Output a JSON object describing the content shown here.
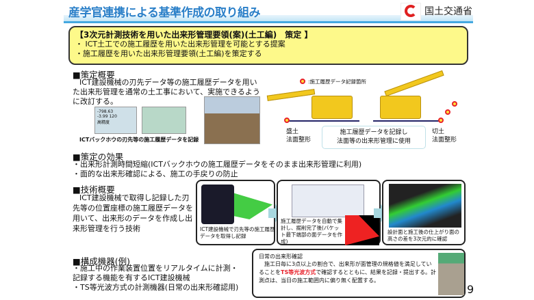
{
  "header": {
    "title": "産学官連携による基準作成の取り組み",
    "ministry": "国土交通省",
    "logo": "i-Construction"
  },
  "summary": {
    "heading": "【3次元計測技術を用いた出来形管理要領(案)(土工編)　策定 】",
    "items": [
      "・ ICT土工での施工履歴を用いた出来形管理を可能とする提案",
      "・施工履歴を用いた出来形管理要領(土工編)を策定する"
    ]
  },
  "overview": {
    "heading": "■策定概要",
    "body": "ICT建設機械の刃先データ等の施工履歴データを用いた出来形管理を通常の土工事において、実施できるように改訂する。",
    "photo_caption": "ICTバックホウの刃先等の施工履歴データを記録",
    "screen_values": [
      "-798.63",
      "-3.99",
      "120",
      "高精度"
    ]
  },
  "diagram": {
    "legend": ":施工履歴データ記録箇所",
    "fill_label": "盛土\n法面整形",
    "cut_label": "切土\n法面整形",
    "center_note": "施工履歴データを記録し\n法面等の出来形管理に使用"
  },
  "effects": {
    "heading": "■策定の効果",
    "items": [
      "・出来形計測時間短縮(ICTバックホウの施工履歴データをそのまま出来形管理に利用)",
      "・面的な出来形確認による、施工の手戻りの防止"
    ]
  },
  "technology": {
    "heading": "■技術概要",
    "body": "ICT建設機械で取得し記録した刃先等の位置座標の施工履歴データを用いて、出来形のデータを作成し出来形管理を行う技術",
    "steps": [
      "ICT建設機械で刃先等の施工履歴データを取得し記録",
      "施工履歴データを自動で集計し、掘削完了後(バケット最下端部の面データを作成)",
      "設計面と施工後の仕上がり面の高さの差を3次元的に確認"
    ]
  },
  "equipment": {
    "heading": "■構成機器(例)",
    "items": [
      "・施工中の作業装置位置をリアルタイムに計測・記録する機能を有するICT建設機械",
      "・TS等光波方式の計測機器(日常の出来形確認用)"
    ]
  },
  "daily": {
    "title": "日常の出来形確認",
    "body_1": "施工日毎に3点以上の割合で、出来形が面管理の規格値を満足していることを",
    "highlight": "TS等光波方式",
    "body_2": "で確認するとともに、結果を記録・提出する。計測点は、当日の施工範囲内に偏り無く配置する。"
  },
  "page_number": "9",
  "colors": {
    "title": "#2a7fc8",
    "summary_bg": "#fdf98a",
    "highlight": "#e8202a"
  }
}
